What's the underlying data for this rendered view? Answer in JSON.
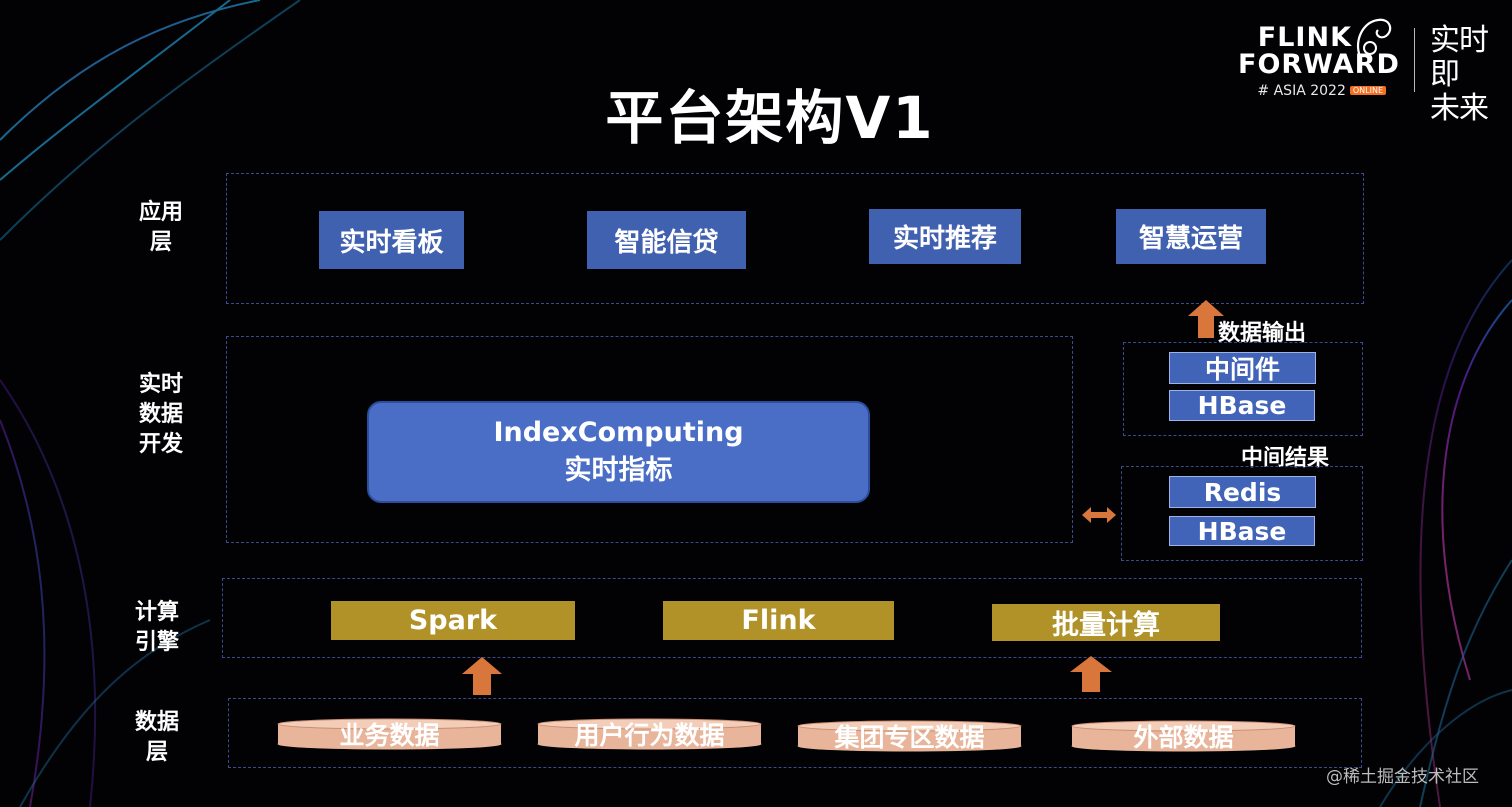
{
  "slide": {
    "title": "平台架构V1",
    "logo": {
      "line1": "FLINK",
      "line2": "FORWARD",
      "sub": "# ASIA 2022",
      "badge": "ONLINE",
      "slogan_line1": "实时即",
      "slogan_line2": "未来"
    },
    "layers": {
      "application": {
        "label": "应用层",
        "items": [
          "实时看板",
          "智能信贷",
          "实时推荐",
          "智慧运营"
        ]
      },
      "realtime_dev": {
        "label": "实时数据开发",
        "main_line1": "IndexComputing",
        "main_line2": "实时指标"
      },
      "output": {
        "caption": "数据输出",
        "items": [
          "中间件",
          "HBase"
        ]
      },
      "intermediate": {
        "caption": "中间结果",
        "items": [
          "Redis",
          "HBase"
        ]
      },
      "compute": {
        "label": "计算引擎",
        "items": [
          "Spark",
          "Flink",
          "批量计算"
        ]
      },
      "data": {
        "label": "数据层",
        "items": [
          "业务数据",
          "用户行为数据",
          "集团专区数据",
          "外部数据"
        ]
      }
    },
    "colors": {
      "app_box": "#4060b0",
      "compute_box": "#b19228",
      "data_cylinder": "#e8b49a",
      "arrow": "#d9763c",
      "dashed_border": "#3a4a8a"
    },
    "watermark": "@稀土掘金技术社区"
  }
}
